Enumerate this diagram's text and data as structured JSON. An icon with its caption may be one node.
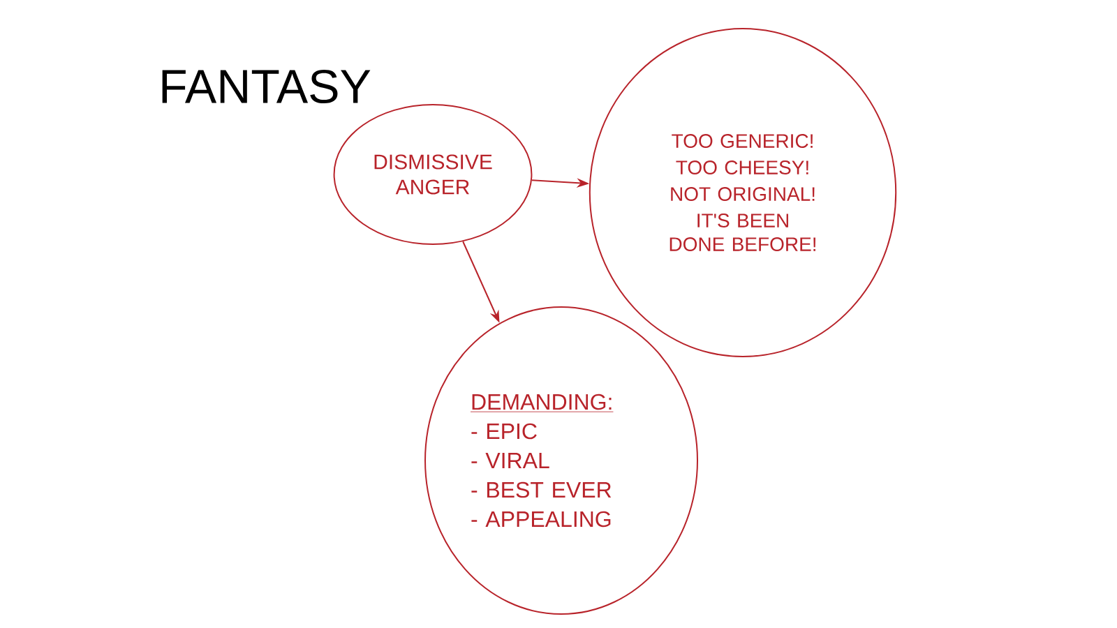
{
  "diagram": {
    "title": "FANTASY",
    "nodes": [
      {
        "text": [
          "DISMISSIVE ANGER"
        ]
      },
      {
        "text": [
          "TOO GENERIC!",
          "TOO CHEESY!",
          "NOT ORIGINAL!",
          "IT'S BEEN DONE BEFORE!"
        ]
      },
      {
        "text": [
          "DEMANDING:",
          "- EPIC",
          "- VIRAL",
          "- BEST EVER",
          "- APPEALING"
        ]
      }
    ],
    "edges": [
      {
        "from": 0,
        "to": 1,
        "arrow": "to"
      },
      {
        "from": 0,
        "to": 2,
        "arrow": "to"
      }
    ]
  }
}
